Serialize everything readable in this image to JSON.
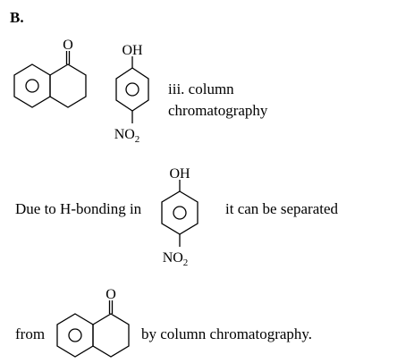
{
  "section": {
    "label": "B."
  },
  "labels": {
    "oh": "OH",
    "no2_main": "NO",
    "no2_sub": "2",
    "oxygen": "O"
  },
  "step": {
    "line1": "iii. column",
    "line2": "chromatography"
  },
  "explanation": {
    "part1": "Due to H-bonding in",
    "part2": "it can be separated",
    "part3": "from",
    "part4": "by column chromatography."
  }
}
